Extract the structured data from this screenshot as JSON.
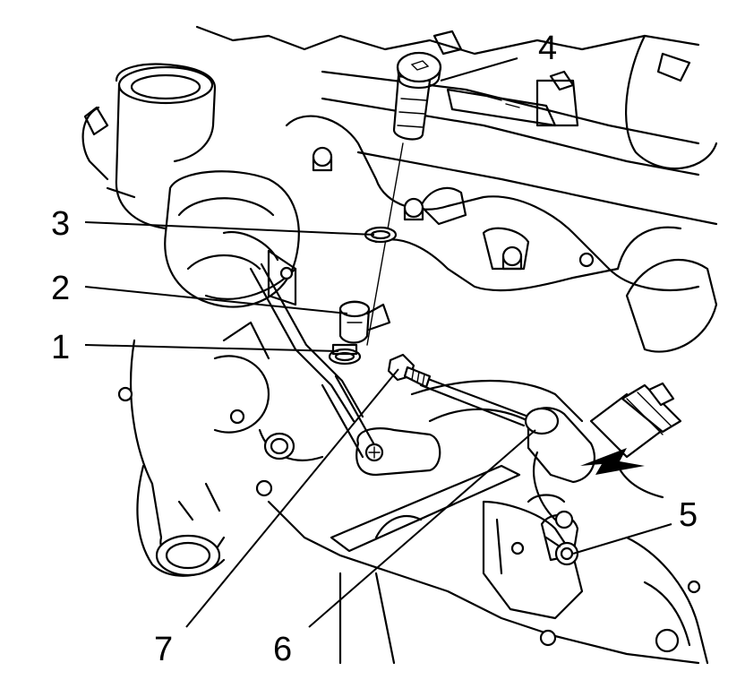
{
  "callouts": [
    {
      "id": "callout-1",
      "label": "1"
    },
    {
      "id": "callout-2",
      "label": "2"
    },
    {
      "id": "callout-3",
      "label": "3"
    },
    {
      "id": "callout-4",
      "label": "4"
    },
    {
      "id": "callout-5",
      "label": "5"
    },
    {
      "id": "callout-6",
      "label": "6"
    },
    {
      "id": "callout-7",
      "label": "7"
    }
  ],
  "colors": {
    "line": "#000000",
    "background": "#ffffff",
    "shade": "#d9d9d9"
  }
}
